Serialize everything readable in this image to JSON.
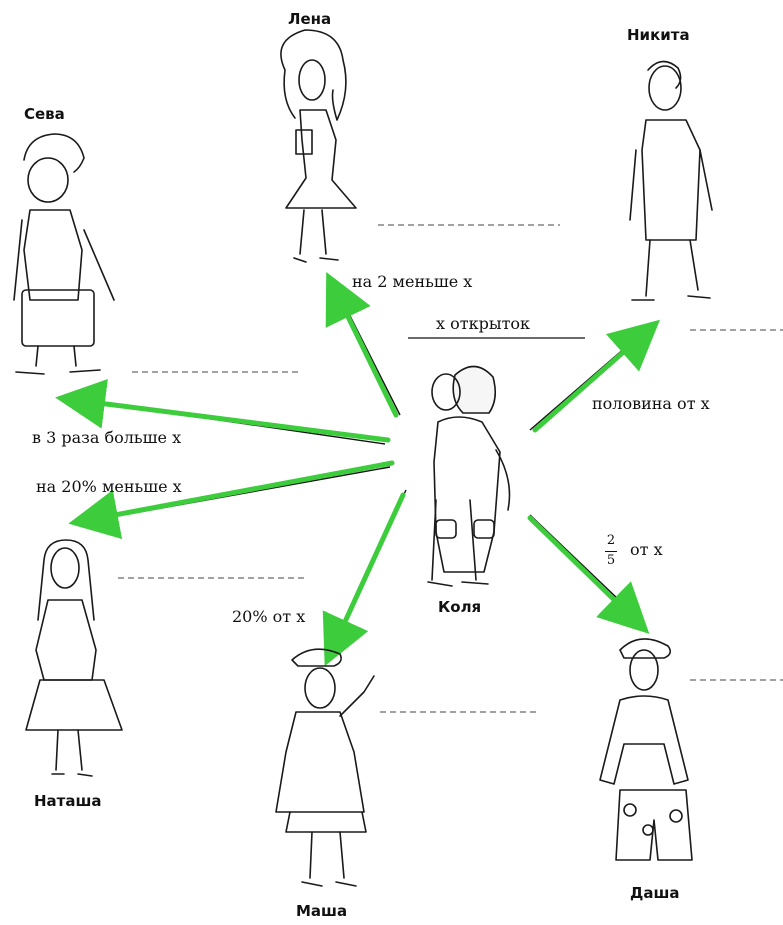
{
  "center": {
    "name": "Коля",
    "relation": "x открыток"
  },
  "people": {
    "lena": {
      "name": "Лена",
      "relation": "на 2 меньше x"
    },
    "nikita": {
      "name": "Никита",
      "relation": "половина от x"
    },
    "seva": {
      "name": "Сева",
      "relation": "в 3 раза больше x"
    },
    "natasha": {
      "name": "Наташа",
      "relation": "на 20% меньше x"
    },
    "masha": {
      "name": "Маша",
      "relation": "20% от x"
    },
    "dasha": {
      "name": "Даша",
      "relation_fraction": {
        "numerator": "2",
        "denominator": "5"
      },
      "relation_rest": "от x"
    }
  },
  "arrow_color": "#3ccc3c"
}
